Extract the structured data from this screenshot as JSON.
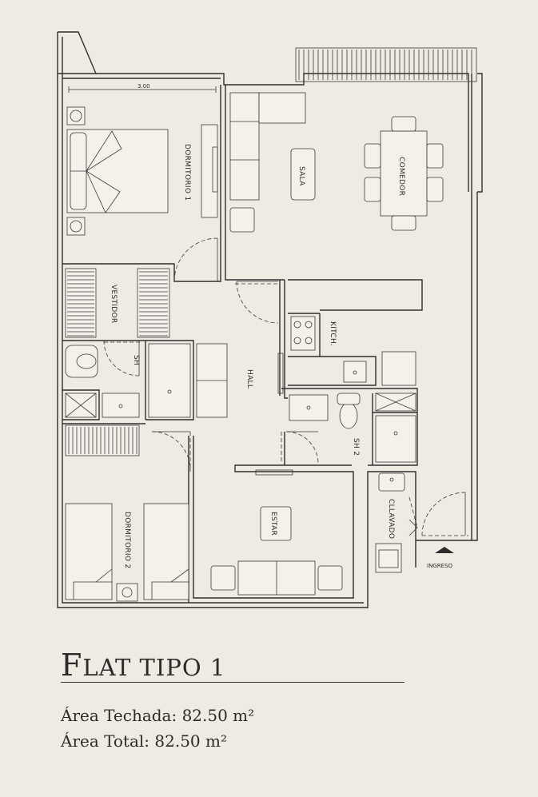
{
  "labels": {
    "dormitorio1": "DORMITORIO 1",
    "vestidor": "VESTIDOR",
    "sala": "SALA",
    "comedor": "COMEDOR",
    "kitchen": "KITCH.",
    "hall": "HALL",
    "sh1": "SH",
    "sh2": "SH 2",
    "dormitorio2": "DORMITORIO 2",
    "estar": "ESTAR",
    "lavado": "CLLAVADO",
    "ingreso": "INGRESO",
    "dimension": "3.00"
  },
  "heading": {
    "first_letter": "F",
    "rest_smallcaps": "LAT TIPO 1"
  },
  "areas": {
    "techada": "Área Techada: 82.50 m²",
    "total": "Área Total: 82.50 m²"
  },
  "colors": {
    "paper": "#efebe2",
    "ink": "#2b2b2b"
  }
}
